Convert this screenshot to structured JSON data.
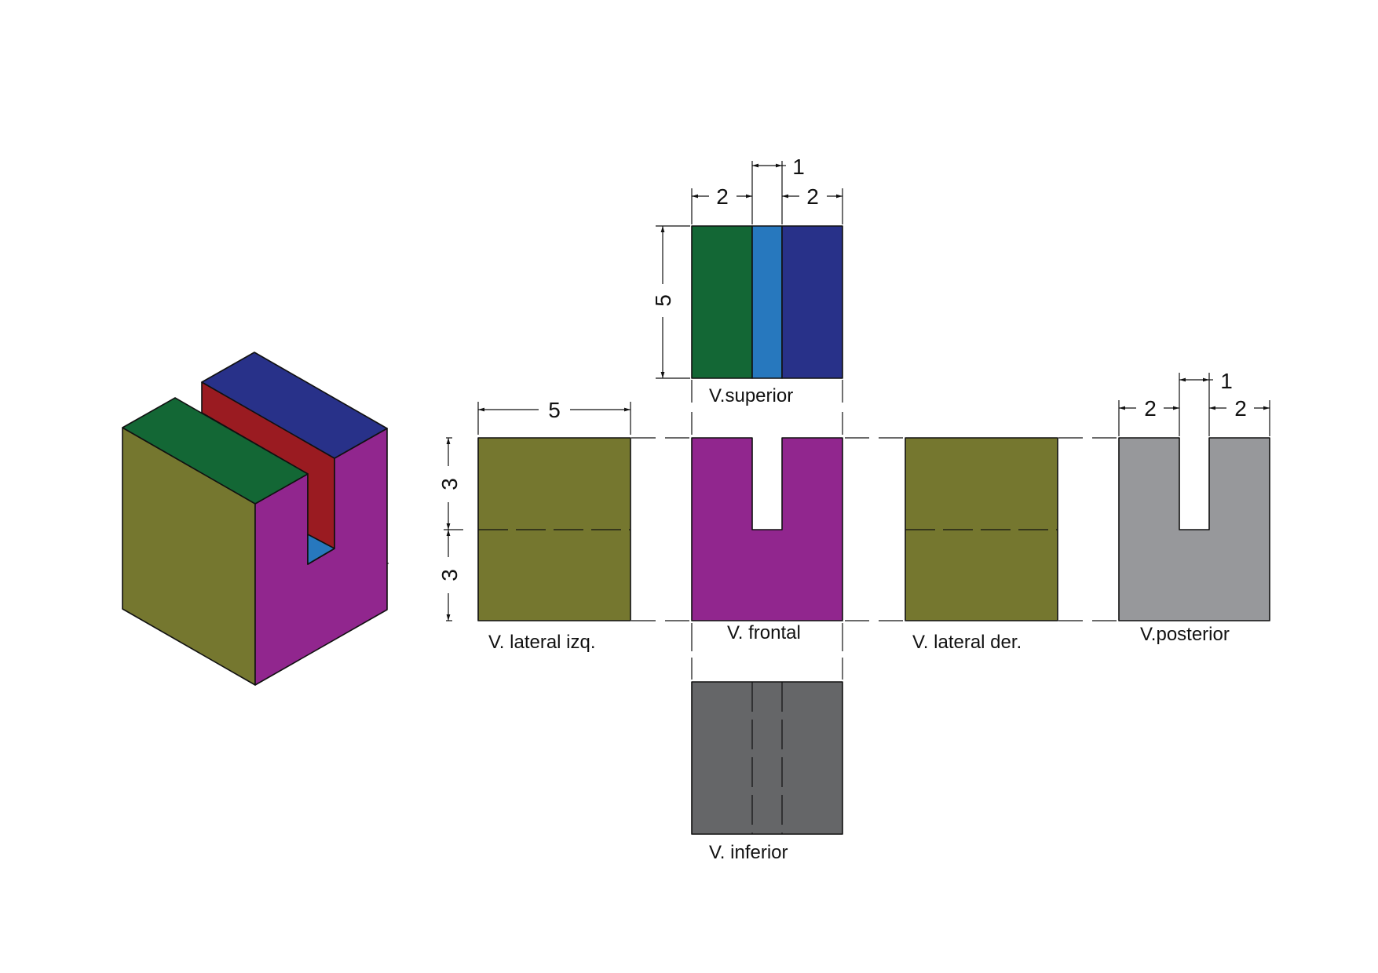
{
  "views": {
    "superior": {
      "label": "V.superior"
    },
    "frontal": {
      "label": "V. frontal"
    },
    "lateral_izq": {
      "label": "V. lateral izq."
    },
    "lateral_der": {
      "label": "V. lateral der."
    },
    "posterior": {
      "label": "V.posterior"
    },
    "inferior": {
      "label": "V. inferior"
    }
  },
  "dimensions": {
    "top_left_width": "2",
    "top_slot_width": "1",
    "top_right_width": "2",
    "top_depth": "5",
    "side_width": "5",
    "height_upper": "3",
    "height_lower": "3",
    "post_left_width": "2",
    "post_slot_width": "1",
    "post_right_width": "2"
  },
  "colors": {
    "olive": "#75772f",
    "magenta": "#91268e",
    "green": "#136735",
    "light_blue": "#2778be",
    "navy": "#283189",
    "red": "#9a1b21",
    "gray": "#97989b",
    "dark_gray": "#656668"
  }
}
